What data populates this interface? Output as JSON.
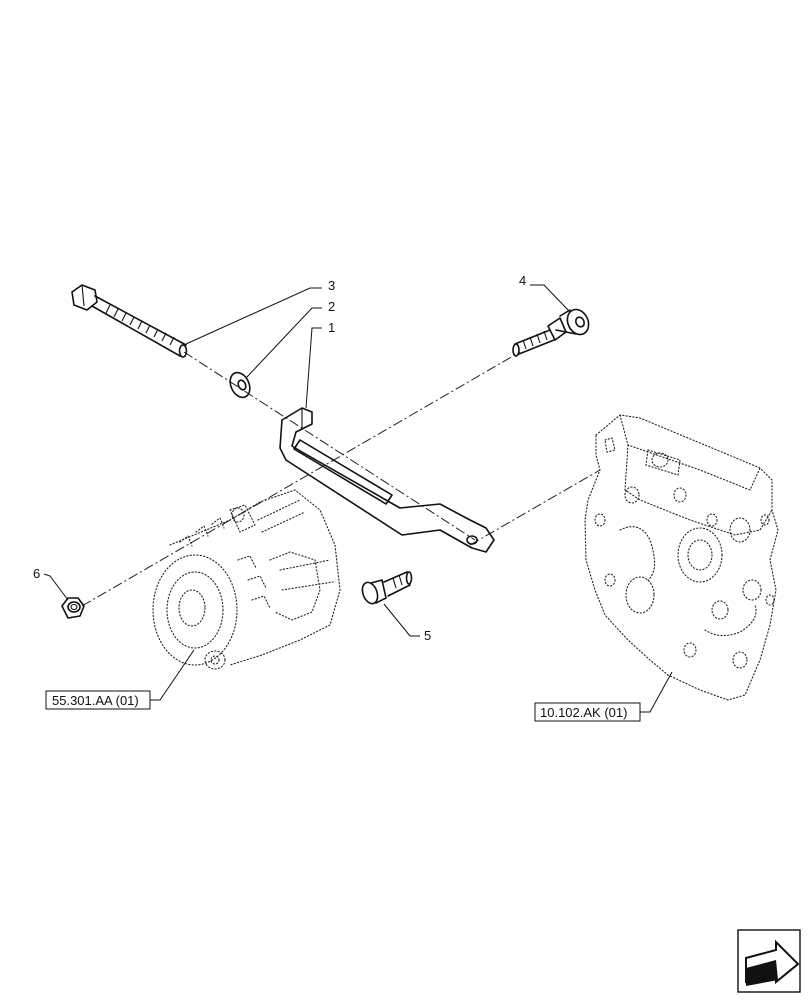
{
  "diagram": {
    "callouts": [
      {
        "id": "1",
        "text": "1"
      },
      {
        "id": "2",
        "text": "2"
      },
      {
        "id": "3",
        "text": "3"
      },
      {
        "id": "4",
        "text": "4"
      },
      {
        "id": "5",
        "text": "5"
      },
      {
        "id": "6",
        "text": "6"
      }
    ],
    "references": [
      {
        "id": "alternator",
        "text": "55.301.AA (01)"
      },
      {
        "id": "timing-cover",
        "text": "10.102.AK (01)"
      }
    ],
    "nav_icon": "next-page-arrow-icon"
  }
}
